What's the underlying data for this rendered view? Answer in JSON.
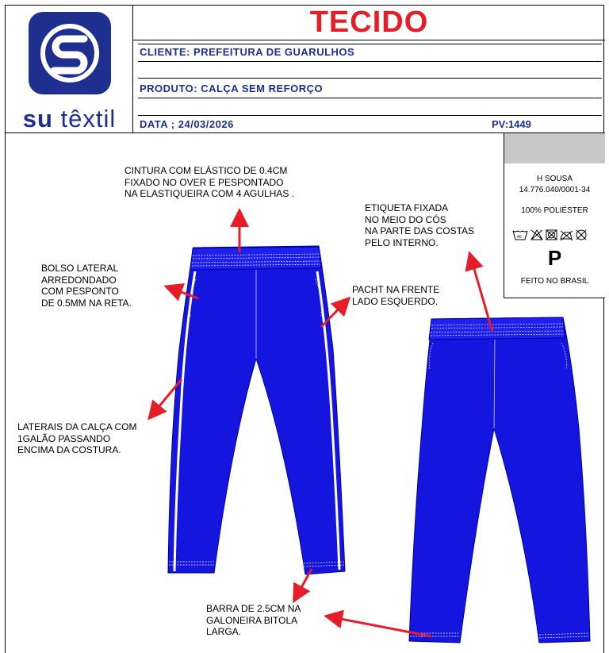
{
  "brand": {
    "name_bold": "su",
    "name_light": " têxtil",
    "color": "#1e2f8f"
  },
  "header": {
    "title": "TECIDO",
    "client": "CLIENTE: PREFEITURA DE GUARULHOS",
    "product": "PRODUTO: CALÇA SEM REFORÇO",
    "date": "DATA ; 24/03/2026",
    "pv": "PV:1449",
    "title_color": "#e41e26",
    "text_color": "#1e2f8f"
  },
  "care_label": {
    "company": "H SOUSA",
    "cnpj": "14.776.040/0001-34",
    "composition": "100% POLIÉSTER",
    "wash_temp": "40",
    "size": "P",
    "origin": "FEITO NO BRASIL",
    "icons": [
      "wash-40-icon",
      "no-bleach-icon",
      "no-tumble-dry-icon",
      "no-iron-icon",
      "no-dry-clean-icon"
    ]
  },
  "notes": {
    "waist": "CINTURA COM ELÁSTICO DE 0.4CM\nFIXADO NO OVER E PESPONTADO\nNA ELASTIQUEIRA COM 4 AGULHAS .",
    "label": "ETIQUETA FIXADA\nNO MEIO DO CÓS\nNA PARTE DAS COSTAS\nPELO INTERNO.",
    "pocket": "BOLSO LATERAL\nARREDONDADO\nCOM PESPONTO\nDE 0.5MM NA RETA.",
    "patch": "PACHT NA FRENTE\nLADO ESQUERDO.",
    "sides": "LATERAIS DA CALÇA COM\n1GALÃO PASSANDO\nENCIMA DA COSTURA.",
    "hem": "BARRA DE 2.5CM NA\nGALONEIRA BITOLA\nLARGA."
  },
  "colors": {
    "fabric": "#1515e0",
    "arrow": "#e41e26",
    "stitch": "#ffffff"
  }
}
